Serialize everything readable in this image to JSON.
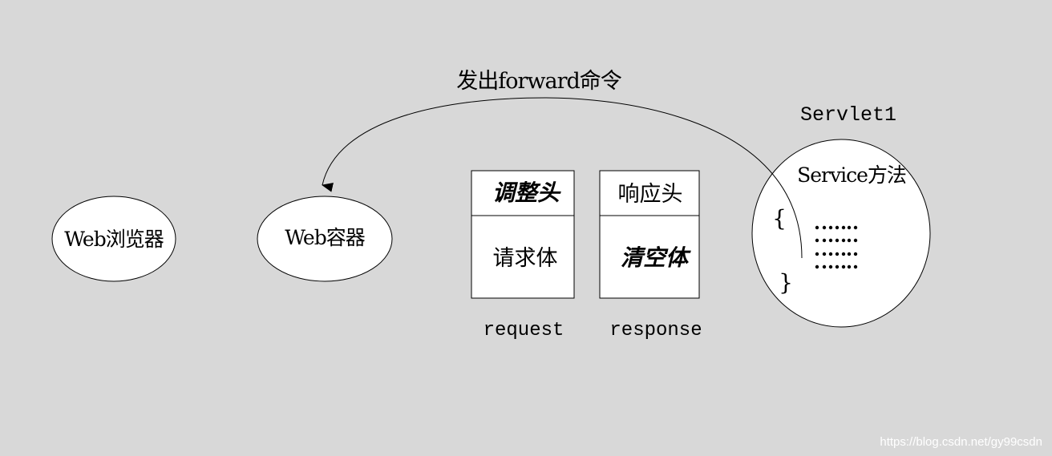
{
  "nodes": {
    "browser": {
      "label": "Web浏览器"
    },
    "container": {
      "label": "Web容器"
    },
    "servlet": {
      "title": "Servlet1",
      "method": "Service方法",
      "open_brace": "{",
      "close_brace": "}"
    }
  },
  "arrow": {
    "label": "发出forward命令"
  },
  "request": {
    "header": "调整头",
    "body": "请求体",
    "caption": "request"
  },
  "response": {
    "header": "响应头",
    "body": "清空体",
    "caption": "response"
  },
  "watermark": "https://blog.csdn.net/gy99csdn"
}
